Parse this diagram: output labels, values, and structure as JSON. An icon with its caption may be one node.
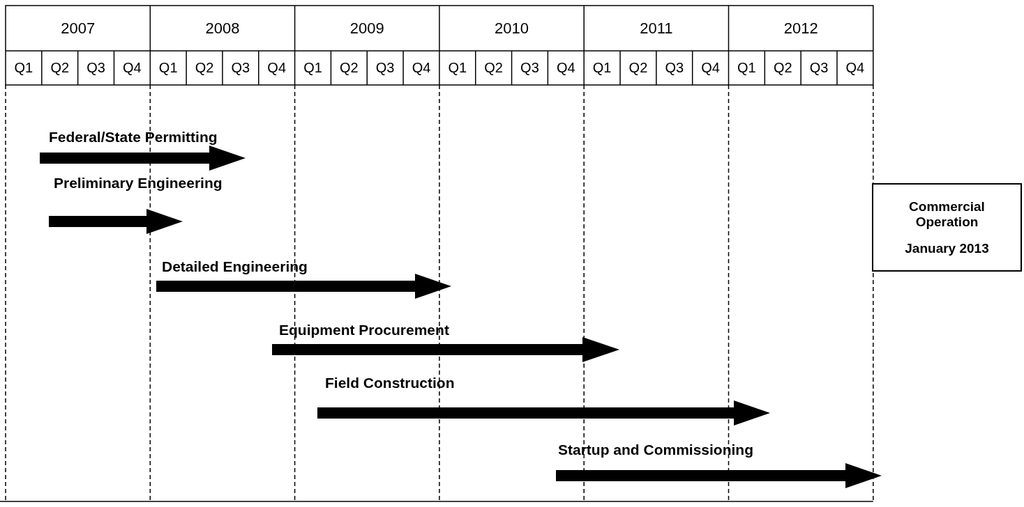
{
  "diagram": {
    "nodes": [
      {
        "text": [
          "Commercial Operation",
          "January 2013"
        ]
      }
    ],
    "labels": [
      "2007",
      "2008",
      "2009",
      "2010",
      "2011",
      "2012",
      "Q1",
      "Q2",
      "Q3",
      "Q4",
      "Q1",
      "Q2",
      "Q3",
      "Q4",
      "Q1",
      "Q2",
      "Q3",
      "Q4",
      "Q1",
      "Q2",
      "Q3",
      "Q4",
      "Q1",
      "Q2",
      "Q3",
      "Q4",
      "Q1",
      "Q2",
      "Q3",
      "Q4",
      "Federal/State Permitting",
      "Preliminary Engineering",
      "Detailed Engineering",
      "Equipment Procurement",
      "Field Construction",
      "Startup and Commissioning"
    ]
  }
}
